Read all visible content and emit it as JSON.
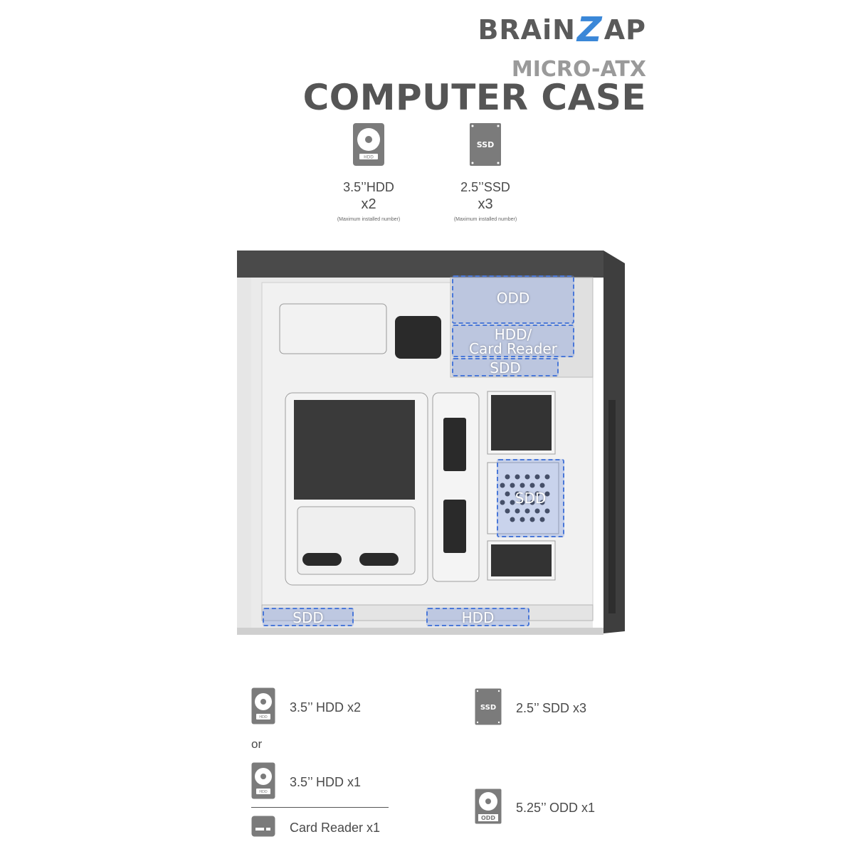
{
  "brand": {
    "prefix": "BRAiN",
    "z": "Z",
    "suffix": "AP"
  },
  "header": {
    "subtitle": "MICRO-ATX",
    "title": "COMPUTER CASE"
  },
  "top_specs": [
    {
      "icon": "hdd-icon",
      "icon_text": "HDD",
      "label": "3.5’’HDD",
      "count": "x2",
      "note": "(Maximum installed number)"
    },
    {
      "icon": "ssd-icon",
      "icon_text": "SSD",
      "label": "2.5’’SSD",
      "count": "x3",
      "note": "(Maximum installed number)"
    }
  ],
  "case_labels": {
    "odd": "ODD",
    "hdd_card_line1": "HDD/",
    "hdd_card_line2": "Card Reader",
    "sdd_top": "SDD",
    "sdd_mid": "SDD",
    "sdd_bottom": "SDD",
    "hdd_bottom": "HDD"
  },
  "bottom_specs": {
    "hdd_x2": {
      "icon_text": "HDD",
      "text": "3.5’’ HDD x2"
    },
    "or": "or",
    "hdd_x1": {
      "icon_text": "HDD",
      "text": "3.5’’ HDD x1"
    },
    "card_reader": {
      "text": "Card Reader x1"
    },
    "sdd_x3": {
      "icon_text": "SSD",
      "text": "2.5’’ SDD x3"
    },
    "odd_x1": {
      "icon_text": "ODD",
      "text": "5.25’’ ODD x1"
    }
  },
  "colors": {
    "icon_gray": "#7b7b7b",
    "accent_blue": "#3a87d8",
    "highlight_border": "#4a78d8"
  }
}
